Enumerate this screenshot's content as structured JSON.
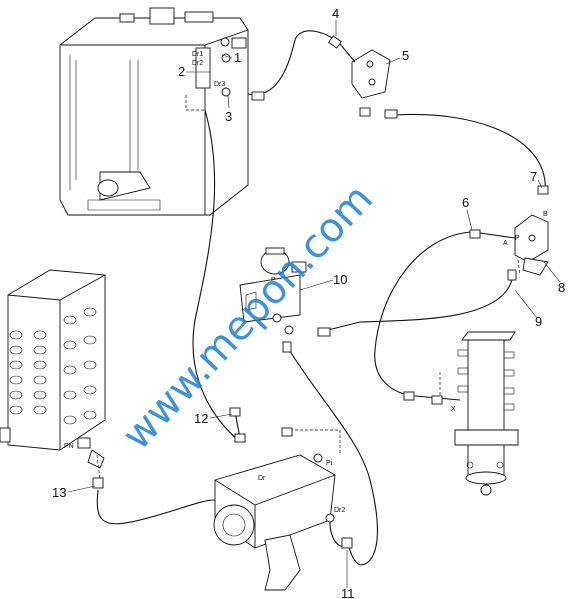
{
  "callouts": {
    "c1": "1",
    "c2": "2",
    "c3": "3",
    "c4": "4",
    "c5": "5",
    "c6": "6",
    "c7": "7",
    "c8": "8",
    "c9": "9",
    "c10": "10",
    "c11": "11",
    "c12": "12",
    "c13": "13"
  },
  "port_labels": {
    "dr1": "Dr1",
    "dr2_tank": "Dr2",
    "dr3": "Dr3",
    "pn": "PN",
    "pi": "Pi",
    "dr_pump": "Dr",
    "dr2_pump": "Dr2",
    "x": "X",
    "a": "A",
    "b": "B",
    "p_valve": "P",
    "p_filter": "P"
  },
  "watermark": "www.mepon.com",
  "colors": {
    "line": "#111111",
    "background": "#ffffff",
    "watermark": "#1e7fd0"
  }
}
